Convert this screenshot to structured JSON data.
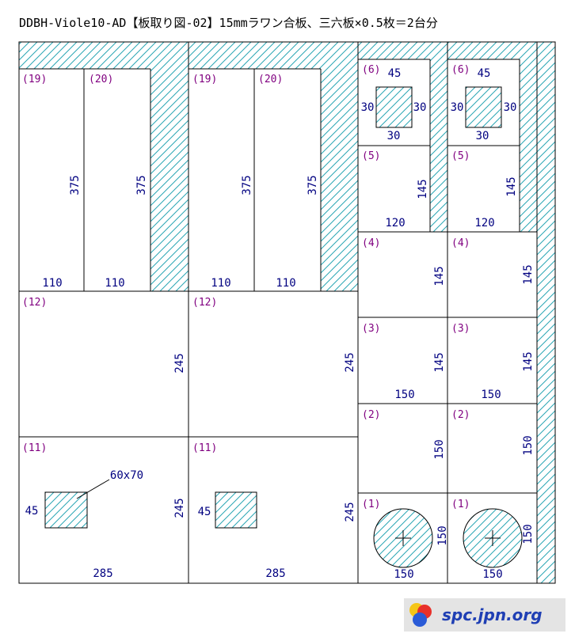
{
  "title": "DDBH-Viole10-AD【板取り図-02】15mmラワン合板、三六板×0.5枚＝2台分",
  "colors": {
    "hatch": "#2aa6b4",
    "part_id": "#800080",
    "dimension": "#000080",
    "outline": "#000000"
  },
  "diagram": {
    "parts": {
      "p19_a": {
        "id": "(19)",
        "h": "375",
        "w": "110"
      },
      "p20_a": {
        "id": "(20)",
        "h": "375",
        "w": "110"
      },
      "p19_b": {
        "id": "(19)",
        "h": "375",
        "w": "110"
      },
      "p20_b": {
        "id": "(20)",
        "h": "375",
        "w": "110"
      },
      "p12_a": {
        "id": "(12)",
        "h": "245"
      },
      "p12_b": {
        "id": "(12)",
        "h": "245"
      },
      "p11_a": {
        "id": "(11)",
        "h": "245",
        "w": "285",
        "hole_h": "45",
        "hole_label": "60x70"
      },
      "p11_b": {
        "id": "(11)",
        "h": "245",
        "w": "285",
        "hole_h": "45"
      },
      "p6_a": {
        "id": "(6)",
        "top": "45",
        "left": "30",
        "right": "30",
        "bottom": "30"
      },
      "p6_b": {
        "id": "(6)",
        "top": "45",
        "left": "30",
        "right": "30",
        "bottom": "30"
      },
      "p5_a": {
        "id": "(5)",
        "h": "145",
        "w": "120"
      },
      "p5_b": {
        "id": "(5)",
        "h": "145",
        "w": "120"
      },
      "p4_a": {
        "id": "(4)",
        "h": "145"
      },
      "p4_b": {
        "id": "(4)",
        "h": "145"
      },
      "p3_a": {
        "id": "(3)",
        "h": "145",
        "w": "150"
      },
      "p3_b": {
        "id": "(3)",
        "h": "145",
        "w": "150"
      },
      "p2_a": {
        "id": "(2)",
        "h": "150"
      },
      "p2_b": {
        "id": "(2)",
        "h": "150"
      },
      "p1_a": {
        "id": "(1)",
        "h": "150",
        "w": "150"
      },
      "p1_b": {
        "id": "(1)",
        "h": "150",
        "w": "150"
      }
    }
  },
  "logo": {
    "text": "spc.jpn.org",
    "mark": "spc-logo"
  }
}
